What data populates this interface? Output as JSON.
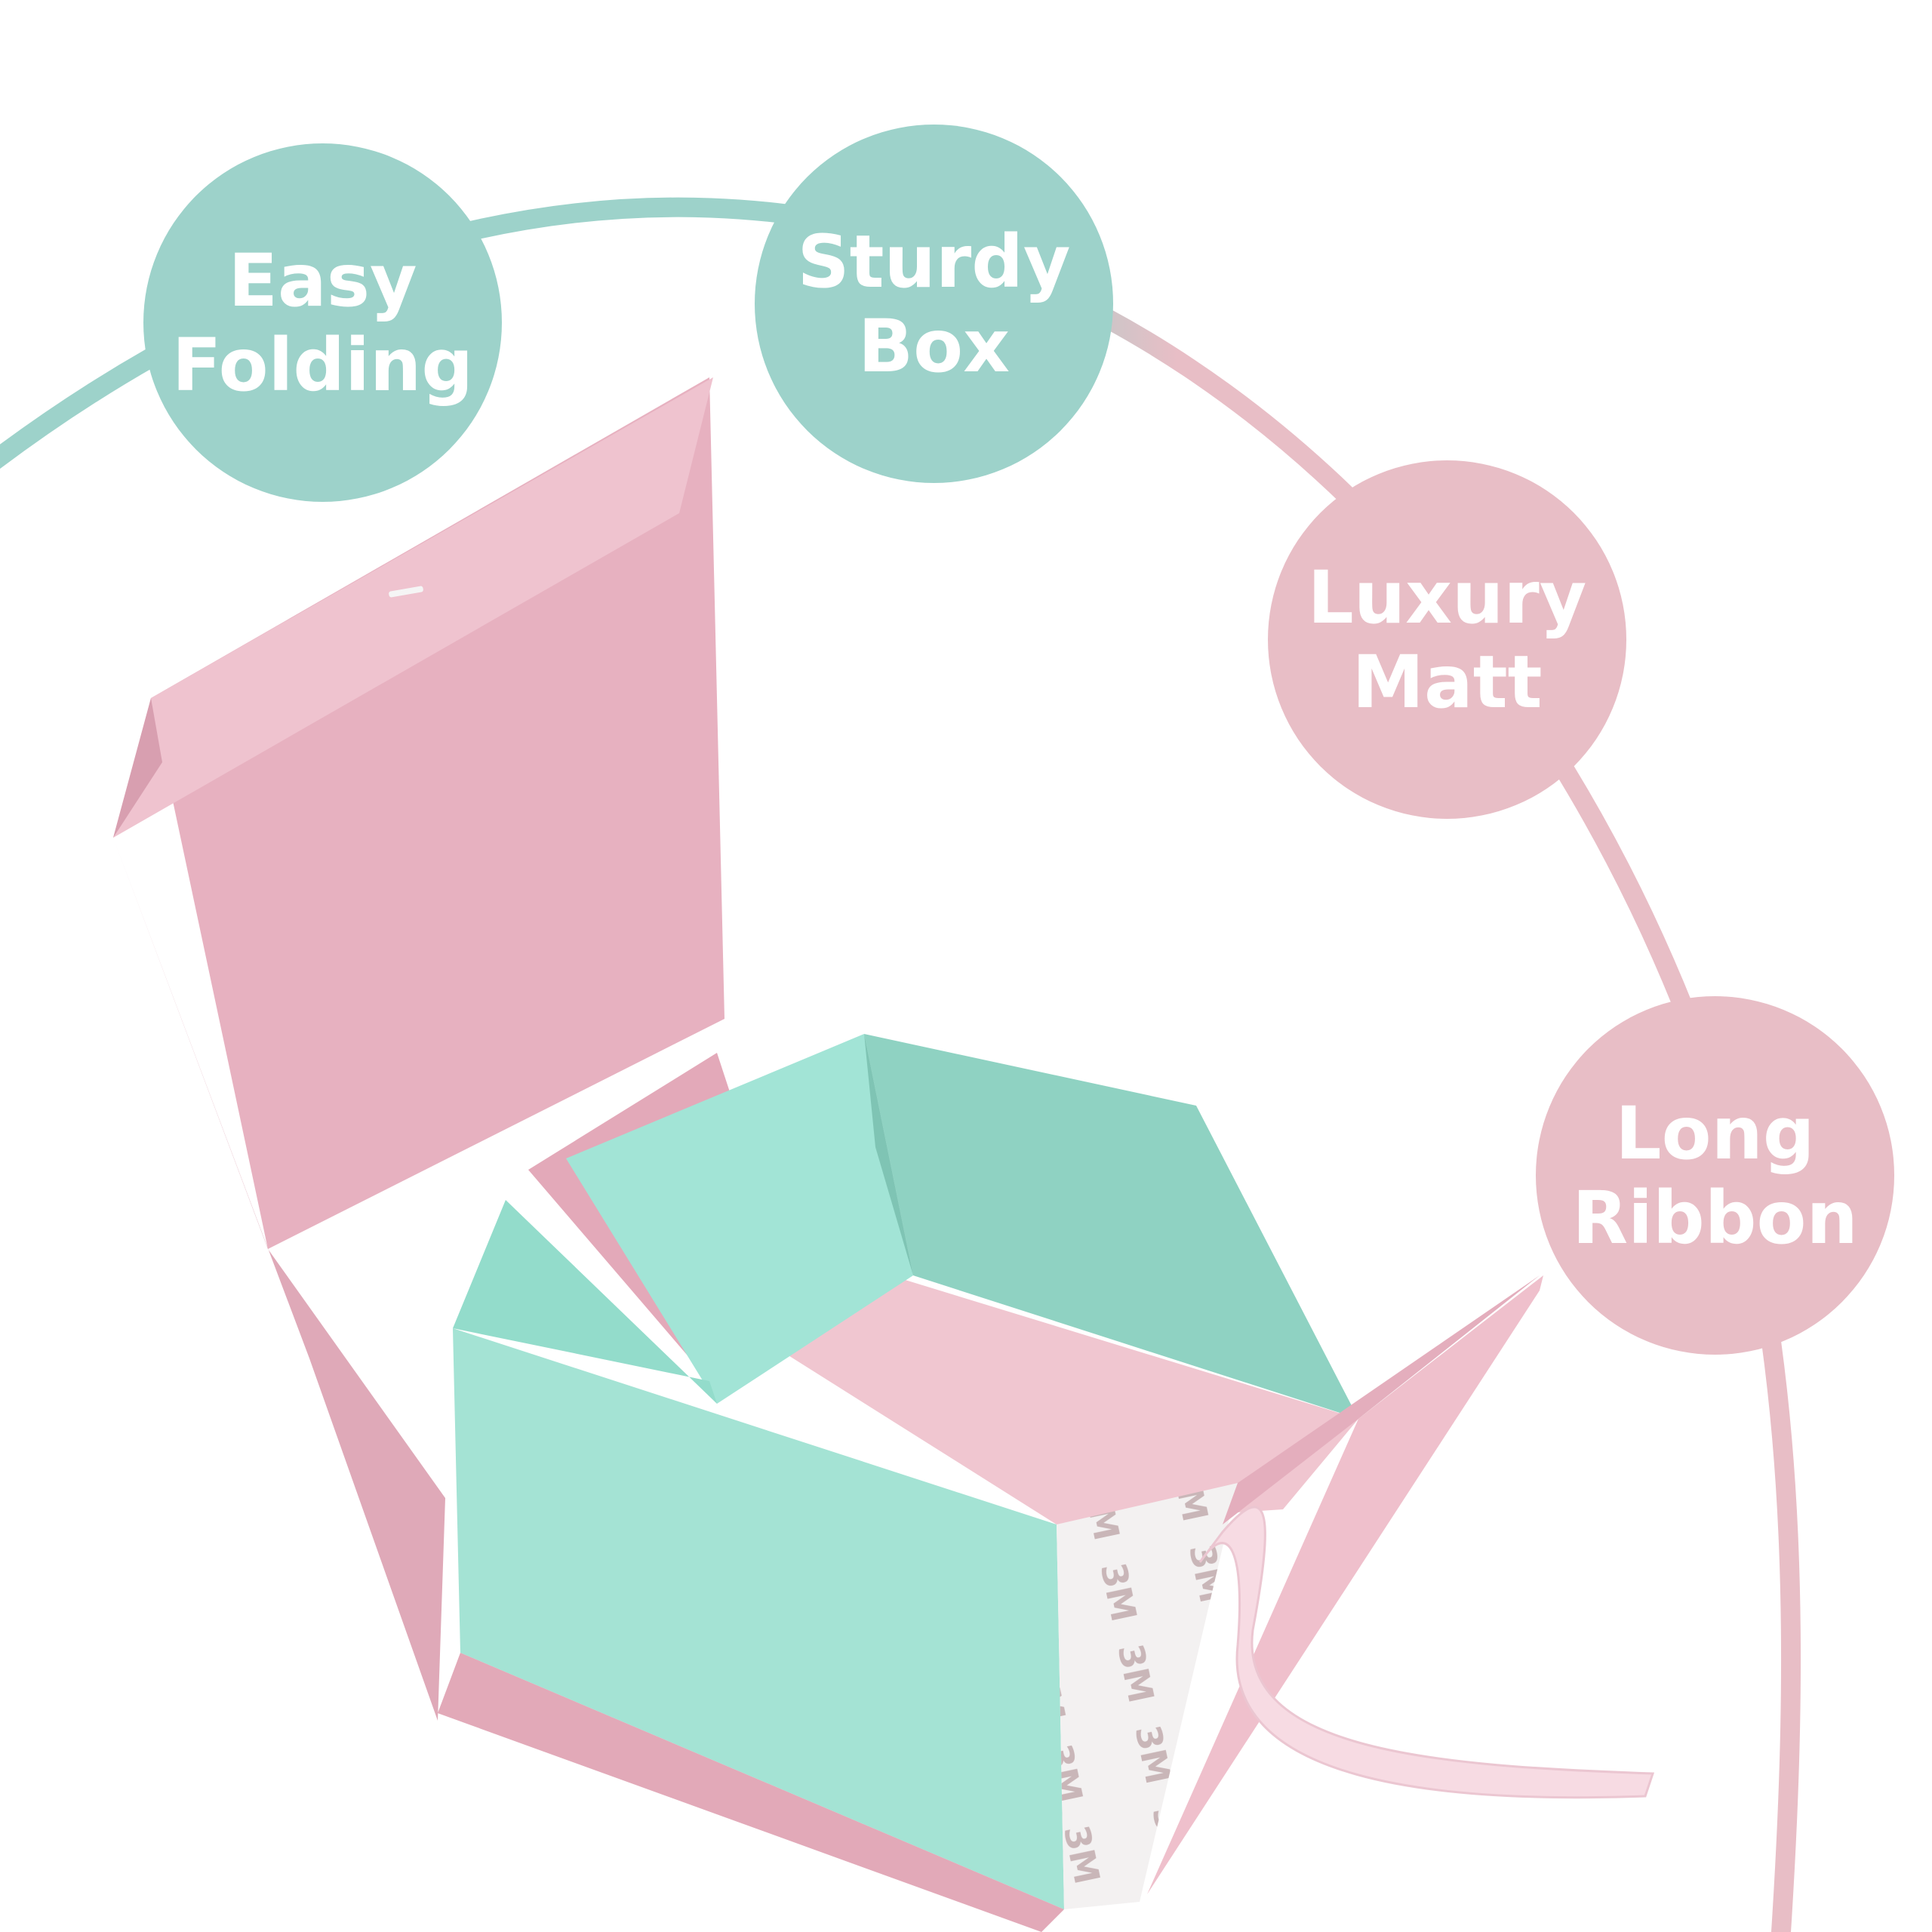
{
  "colors": {
    "teal": "#9dd2ca",
    "pink": "#e8bec6",
    "box_pink": "#e5afbe",
    "box_pink_dark": "#d89fb0",
    "box_mint": "#9fe3d4",
    "box_mint_dark": "#86cdbd",
    "box_floor": "#f0c6d0",
    "ribbon": "#f7dbe3",
    "tape": "#f3f1f1",
    "tape_print": "#c9b6b8",
    "text": "#ffffff"
  },
  "badges": [
    {
      "line1": "Easy",
      "line2": "Folding",
      "color": "teal"
    },
    {
      "line1": "Sturdy",
      "line2": "Box",
      "color": "teal"
    },
    {
      "line1": "Luxury",
      "line2": "Matt",
      "color": "pink"
    },
    {
      "line1": "Long",
      "line2": "Ribbon",
      "color": "pink"
    }
  ],
  "tape_print_text": "3M"
}
